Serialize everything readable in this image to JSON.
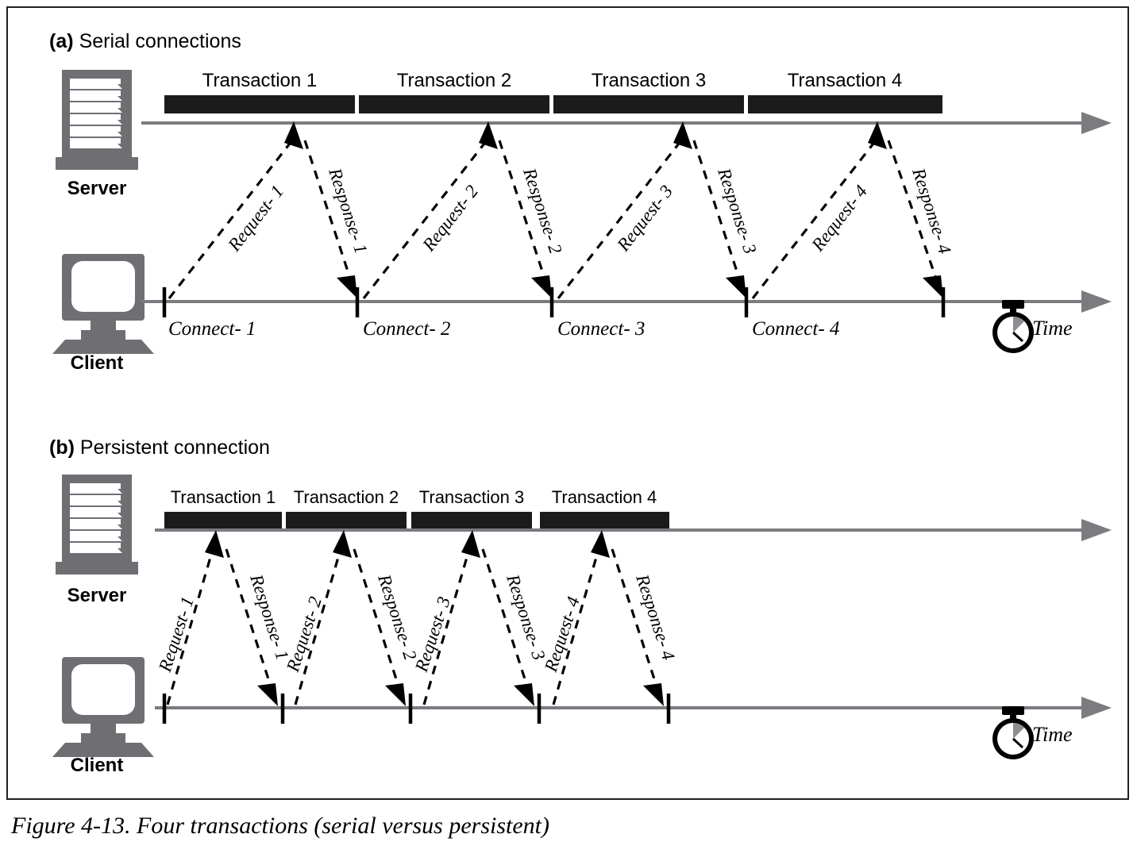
{
  "figure": {
    "caption": "Figure 4-13. Four transactions (serial versus persistent)"
  },
  "panels": [
    {
      "id": "serial",
      "tag": "(a)",
      "title": "Serial connections",
      "server_label": "Server",
      "client_label": "Client",
      "time_label": "Time",
      "server_icon": "server-tower-icon",
      "client_icon": "desktop-monitor-icon",
      "time_icon": "stopwatch-icon",
      "transactions": [
        {
          "label": "Transaction 1",
          "request": "Request- 1",
          "response": "Response- 1",
          "connect": "Connect- 1"
        },
        {
          "label": "Transaction 2",
          "request": "Request- 2",
          "response": "Response- 2",
          "connect": "Connect- 2"
        },
        {
          "label": "Transaction 3",
          "request": "Request- 3",
          "response": "Response- 3",
          "connect": "Connect- 3"
        },
        {
          "label": "Transaction 4",
          "request": "Request- 4",
          "response": "Response- 4",
          "connect": "Connect- 4"
        }
      ]
    },
    {
      "id": "persistent",
      "tag": "(b)",
      "title": "Persistent connection",
      "server_label": "Server",
      "client_label": "Client",
      "time_label": "Time",
      "server_icon": "server-tower-icon",
      "client_icon": "desktop-monitor-icon",
      "time_icon": "stopwatch-icon",
      "transactions": [
        {
          "label": "Transaction 1",
          "request": "Request- 1",
          "response": "Response- 1"
        },
        {
          "label": "Transaction 2",
          "request": "Request- 2",
          "response": "Response- 2"
        },
        {
          "label": "Transaction 3",
          "request": "Request- 3",
          "response": "Response- 3"
        },
        {
          "label": "Transaction 4",
          "request": "Request- 4",
          "response": "Response- 4"
        }
      ]
    }
  ],
  "colors": {
    "icon_gray": "#6f6f73",
    "timeline_gray": "#7b7b80",
    "bar_black": "#1b1b1b",
    "border": "#231f20",
    "background": "#ffffff"
  }
}
